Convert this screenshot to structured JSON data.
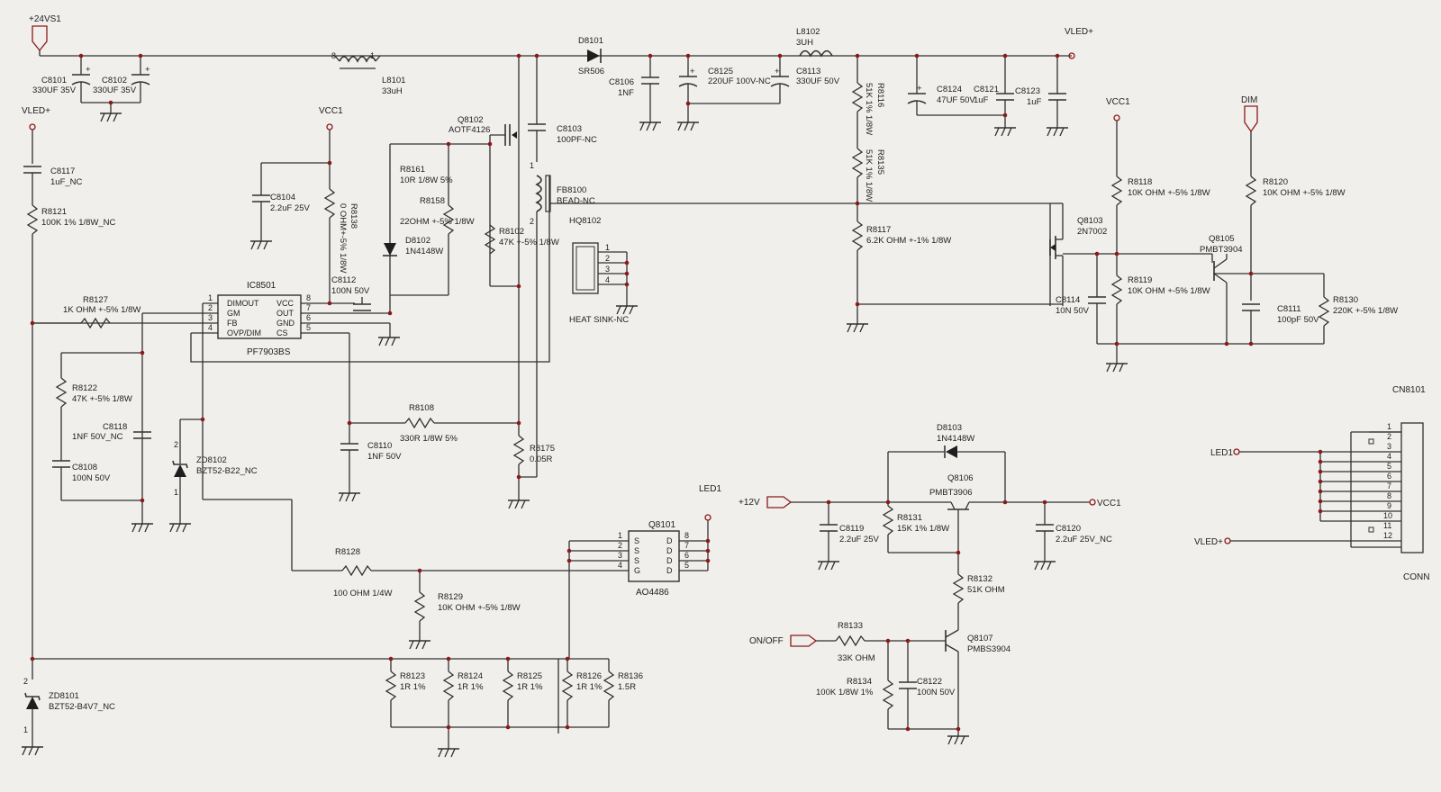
{
  "colors": {
    "background": "#f1efec",
    "wire": "#303030",
    "dot": "#8b1a1a"
  },
  "nets": {
    "vs24": "+24VS1",
    "vled": "VLED+",
    "vcc1": "VCC1",
    "dim": "DIM",
    "led1": "LED1",
    "v12": "+12V",
    "onoff": "ON/OFF"
  },
  "parts": {
    "c8101": {
      "ref": "C8101",
      "val": "330UF 35V"
    },
    "c8102": {
      "ref": "C8102",
      "val": "330UF 35V"
    },
    "l8101": {
      "ref": "L8101",
      "val": "33uH"
    },
    "d8101": {
      "ref": "D8101",
      "val": "SR506"
    },
    "c8106": {
      "ref": "C8106",
      "val": "1NF"
    },
    "c8125": {
      "ref": "C8125",
      "val": "220UF 100V-NC"
    },
    "l8102": {
      "ref": "L8102",
      "val": "3UH"
    },
    "c8113": {
      "ref": "C8113",
      "val": "330UF 50V"
    },
    "r8116": {
      "ref": "R8116",
      "val": "51K 1% 1/8W"
    },
    "r8135": {
      "ref": "R8135",
      "val": "51K 1% 1/8W"
    },
    "c8124": {
      "ref": "C8124",
      "val": "47UF 50V"
    },
    "c8121": {
      "ref": "C8121",
      "val": "1uF"
    },
    "c8123": {
      "ref": "C8123",
      "val": "1uF"
    },
    "c8117": {
      "ref": "C8117",
      "val": "1uF_NC"
    },
    "r8121": {
      "ref": "R8121",
      "val": "100K 1% 1/8W_NC"
    },
    "c8104": {
      "ref": "C8104",
      "val": "2.2uF 25V"
    },
    "r8138": {
      "ref": "R8138",
      "val": "0 OHM+-5% 1/8W"
    },
    "q8102": {
      "ref": "Q8102",
      "val": "AOTF4126"
    },
    "c8103": {
      "ref": "C8103",
      "val": "100PF-NC"
    },
    "r8161": {
      "ref": "R8161",
      "val": "10R 1/8W 5%"
    },
    "r8158": {
      "ref": "R8158",
      "val": "22OHM +-5% 1/8W"
    },
    "d8102": {
      "ref": "D8102",
      "val": "1N4148W"
    },
    "r8102": {
      "ref": "R8102",
      "val": "47K +-5% 1/8W"
    },
    "fb8100": {
      "ref": "FB8100",
      "val": "BEAD-NC"
    },
    "hq8102": {
      "ref": "HQ8102",
      "val": "HEAT SINK-NC"
    },
    "r8117": {
      "ref": "R8117",
      "val": "6.2K OHM +-1% 1/8W"
    },
    "q8103": {
      "ref": "Q8103",
      "val": "2N7002"
    },
    "c8114": {
      "ref": "C8114",
      "val": "10N 50V"
    },
    "r8118": {
      "ref": "R8118",
      "val": "10K OHM +-5% 1/8W"
    },
    "r8119": {
      "ref": "R8119",
      "val": "10K OHM +-5% 1/8W"
    },
    "q8105": {
      "ref": "Q8105",
      "val": "PMBT3904"
    },
    "r8120": {
      "ref": "R8120",
      "val": "10K OHM +-5% 1/8W"
    },
    "c8111": {
      "ref": "C8111",
      "val": "100pF 50V"
    },
    "r8130": {
      "ref": "R8130",
      "val": "220K +-5% 1/8W"
    },
    "c8112": {
      "ref": "C8112",
      "val": "100N 50V"
    },
    "ic8501": {
      "ref": "IC8501",
      "val": "PF7903BS"
    },
    "r8127": {
      "ref": "R8127",
      "val": "1K OHM +-5% 1/8W"
    },
    "r8122": {
      "ref": "R8122",
      "val": "47K +-5% 1/8W"
    },
    "c8118": {
      "ref": "C8118",
      "val": "1NF 50V_NC"
    },
    "c8108": {
      "ref": "C8108",
      "val": "100N 50V"
    },
    "zd8102": {
      "ref": "ZD8102",
      "val": "BZT52-B22_NC"
    },
    "r8108": {
      "ref": "R8108",
      "val": "330R 1/8W 5%"
    },
    "c8110": {
      "ref": "C8110",
      "val": "1NF 50V"
    },
    "r8175": {
      "ref": "R8175",
      "val": "0.05R"
    },
    "q8101": {
      "ref": "Q8101",
      "val": "AO4486"
    },
    "r8128": {
      "ref": "R8128",
      "val": "100 OHM 1/4W"
    },
    "r8129": {
      "ref": "R8129",
      "val": "10K OHM +-5% 1/8W"
    },
    "zd8101": {
      "ref": "ZD8101",
      "val": "BZT52-B4V7_NC"
    },
    "r8123": {
      "ref": "R8123",
      "val": "1R 1%"
    },
    "r8124": {
      "ref": "R8124",
      "val": "1R 1%"
    },
    "r8125": {
      "ref": "R8125",
      "val": "1R 1%"
    },
    "r8126": {
      "ref": "R8126",
      "val": "1R 1%"
    },
    "r8136": {
      "ref": "R8136",
      "val": "1.5R"
    },
    "d8103": {
      "ref": "D8103",
      "val": "1N4148W"
    },
    "q8106": {
      "ref": "Q8106",
      "val": "PMBT3906"
    },
    "c8119": {
      "ref": "C8119",
      "val": "2.2uF 25V"
    },
    "r8131": {
      "ref": "R8131",
      "val": "15K 1% 1/8W"
    },
    "c8120": {
      "ref": "C8120",
      "val": "2.2uF 25V_NC"
    },
    "r8132": {
      "ref": "R8132",
      "val": "51K OHM"
    },
    "r8133": {
      "ref": "R8133",
      "val": "33K OHM"
    },
    "q8107": {
      "ref": "Q8107",
      "val": "PMBS3904"
    },
    "r8134": {
      "ref": "R8134",
      "val": "100K 1/8W 1%"
    },
    "c8122": {
      "ref": "C8122",
      "val": "100N 50V"
    },
    "cn8101": {
      "ref": "CN8101",
      "val": "CONN"
    }
  },
  "ic_pins": {
    "left": [
      "DIMOUT",
      "GM",
      "FB",
      "OVP/DIM"
    ],
    "right": [
      "VCC",
      "OUT",
      "GND",
      "CS"
    ]
  },
  "q8101_pins": {
    "left": [
      "S",
      "S",
      "S",
      "G"
    ],
    "right": [
      "D",
      "D",
      "D",
      "D"
    ]
  },
  "pin_numbers": {
    "p1": "1",
    "p2": "2",
    "p3": "3",
    "p4": "4",
    "p5": "5",
    "p6": "6",
    "p7": "7",
    "p8": "8",
    "p9": "9",
    "p10": "10",
    "p11": "11",
    "p12": "12"
  }
}
